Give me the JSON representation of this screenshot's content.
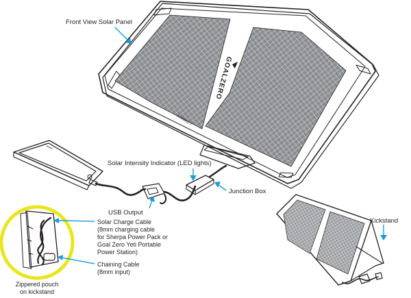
{
  "labels": {
    "front_view": "Front View Solar Panel",
    "led": "Solar Intensity Indicator (LED lights)",
    "junction_box": "Junction Box",
    "usb_output": "USB Output",
    "kickstand": "Kickstand",
    "solar_cable": [
      "Solar Charge Cable",
      "(8mm charging cable",
      "for Sherpa Power Pack or",
      "Goal Zero Yeti Portable",
      "Power Station)"
    ],
    "chaining_cable": [
      "Chaining Cable",
      "(8mm input)"
    ],
    "pouch": [
      "Zippered pouch",
      "on kickstand"
    ]
  },
  "panel_text": {
    "brand": "GOALZERO",
    "model": "NOMAD 7"
  },
  "colors": {
    "pointer": "#1a9ad6",
    "outline": "#231f20",
    "cell": "#6d6e71",
    "cell_light": "#a7a9ac",
    "pouch_ring": "#e8e61e"
  }
}
